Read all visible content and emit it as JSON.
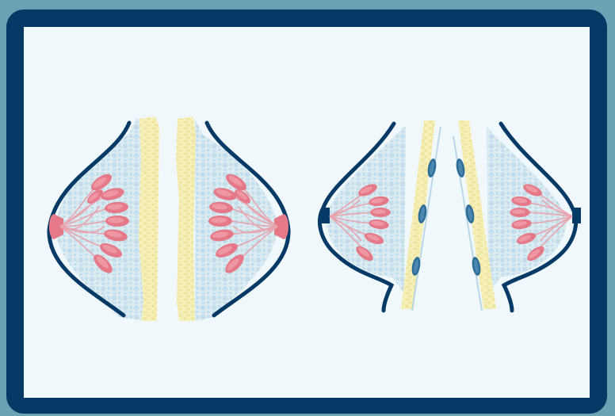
{
  "diagram": {
    "colors": {
      "background": "#6aa3b4",
      "frame": "#063a66",
      "panel": "#f1f8fc",
      "outline": "#063a66",
      "fat_tissue": "#cfe5ee",
      "muscle": "#f5eebc",
      "lobules": "#e57988",
      "ducts": "#e9a4ae",
      "lymph_nodes": "#2d6d98",
      "lymph_vessel": "#b9d8e6"
    },
    "illustrations": [
      {
        "id": "front-view",
        "lobules_per_side": 8
      },
      {
        "id": "side-view",
        "lobules_per_side": 6,
        "lymph_nodes_per_side": 3
      }
    ]
  }
}
